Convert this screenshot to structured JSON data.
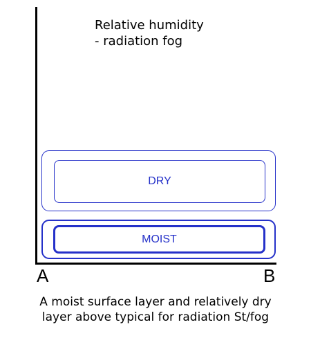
{
  "title": {
    "line1": "Relative humidity",
    "line2": "- radiation fog"
  },
  "axis": {
    "start_label": "A",
    "end_label": "B"
  },
  "layers": {
    "dry_label": "DRY",
    "moist_label": "MOIST"
  },
  "caption": {
    "line1": "A moist surface layer and relatively dry",
    "line2": "layer above typical for radiation St/fog"
  },
  "colors": {
    "layer_outline": "#2531c9",
    "axis": "#000000"
  }
}
